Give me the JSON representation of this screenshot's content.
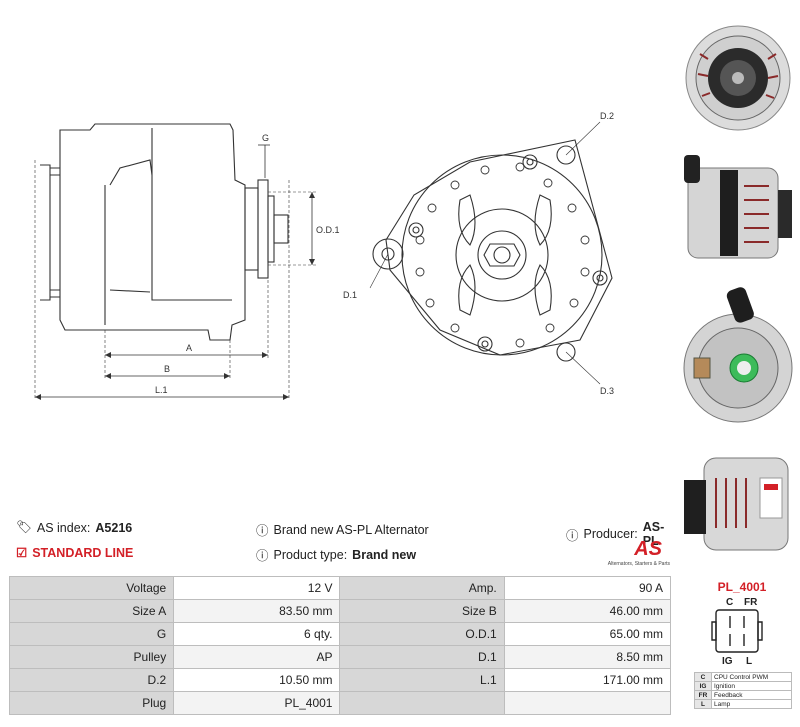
{
  "drawing": {
    "labels": {
      "g": "G",
      "od1": "O.D.1",
      "a": "A",
      "b": "B",
      "l1": "L.1",
      "d1": "D.1",
      "d2": "D.2",
      "d3": "D.3"
    }
  },
  "info": {
    "index_label": "AS index:",
    "index_value": "A5216",
    "line": "STANDARD LINE",
    "desc": "Brand new AS-PL Alternator",
    "type_label": "Product type:",
    "type_value": "Brand new",
    "producer_label": "Producer:",
    "producer_value": "AS-PL",
    "logo_text": "AS",
    "logo_sub": "Alternators, Starters & Parts"
  },
  "specs": [
    {
      "l1": "Voltage",
      "v1": "12 V",
      "l2": "Amp.",
      "v2": "90 A"
    },
    {
      "l1": "Size A",
      "v1": "83.50 mm",
      "l2": "Size B",
      "v2": "46.00 mm"
    },
    {
      "l1": "G",
      "v1": "6 qty.",
      "l2": "O.D.1",
      "v2": "65.00 mm"
    },
    {
      "l1": "Pulley",
      "v1": "AP",
      "l2": "D.1",
      "v2": "8.50 mm"
    },
    {
      "l1": "D.2",
      "v1": "10.50 mm",
      "l2": "L.1",
      "v2": "171.00 mm"
    },
    {
      "l1": "Plug",
      "v1": "PL_4001",
      "l2": "",
      "v2": ""
    }
  ],
  "plug": {
    "title": "PL_4001",
    "pins_top": [
      "C",
      "FR"
    ],
    "pins_bottom": [
      "IG",
      "L"
    ],
    "legend": [
      {
        "key": "C",
        "desc": "CPU Control PWM"
      },
      {
        "key": "IG",
        "desc": "Ignition"
      },
      {
        "key": "FR",
        "desc": "Feedback"
      },
      {
        "key": "L",
        "desc": "Lamp"
      }
    ]
  },
  "colors": {
    "accent": "#d32027",
    "label_bg": "#d7d7d7",
    "line": "#333333"
  }
}
